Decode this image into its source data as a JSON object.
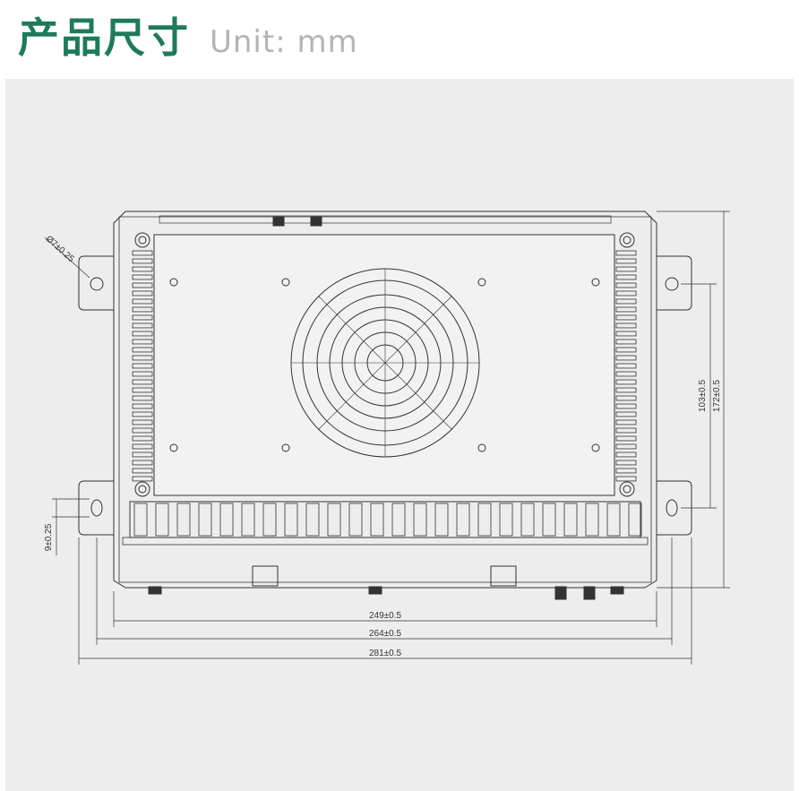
{
  "header": {
    "title": "产品尺寸",
    "unit": "Unit: mm"
  },
  "dimensions": {
    "hole_diameter": "Ø7±0.25",
    "hole_offset": "9±0.25",
    "width_inner": "249±0.5",
    "width_mid": "264±0.5",
    "width_outer": "281±0.5",
    "height_holes": "103±0.5",
    "height_total": "172±0.5"
  },
  "colors": {
    "title": "#1e7a5d",
    "unit": "#b4b4b4",
    "panel": "#ededed",
    "line": "#333333"
  }
}
